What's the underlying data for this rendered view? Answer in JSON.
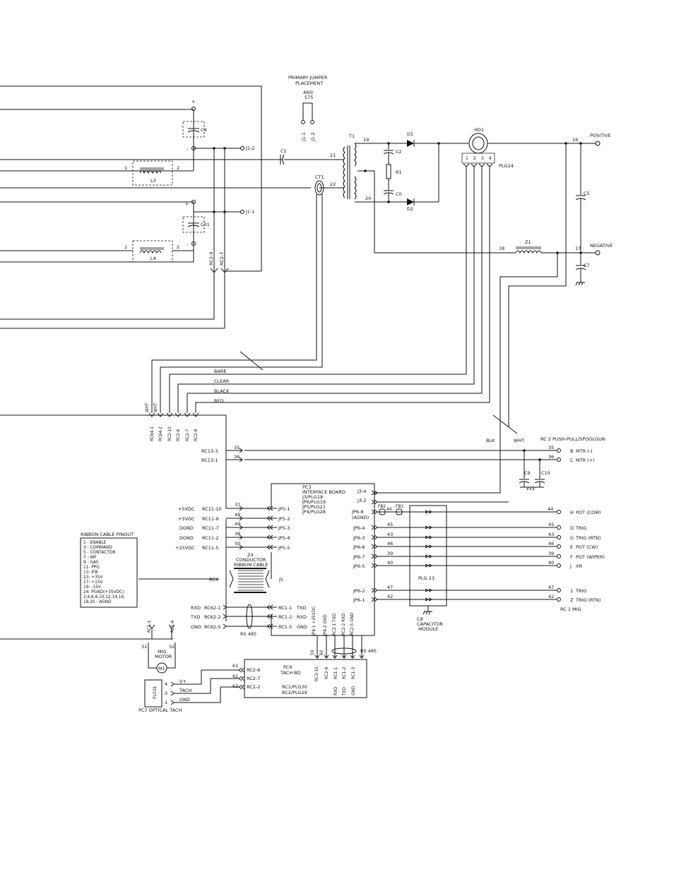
{
  "primary_jumper": {
    "title_line1": "PRIMARY JUMPER",
    "title_line2": "PLACEMENT",
    "voltage_line1": "460/",
    "voltage_line2": "575",
    "pin1": "J1-1",
    "pin2": "J1-2"
  },
  "transformer": {
    "label": "T1",
    "pin_19": "19",
    "pin_21": "21",
    "pin_22": "22",
    "pin_20": "20"
  },
  "components": {
    "c1": "C1",
    "c2": "C2",
    "r1": "R1",
    "c0": "C0",
    "d1": "D1",
    "d2": "D2",
    "ct1": "CT1",
    "hd1": "HD1",
    "plg24": "PLG24",
    "z1": "Z1",
    "c5": "C5",
    "c7": "C7",
    "c4": "C4",
    "c31": "C31",
    "l3": "L3",
    "l4": "L4",
    "c9": "C9",
    "c10": "C10"
  },
  "hd1_pins": [
    "1",
    "2",
    "3",
    "4"
  ],
  "wire_nums": {
    "w18": "18",
    "w17": "17",
    "w16": "16",
    "j1_2": "J1-2",
    "j1_1": "J1-1",
    "plus": "+",
    "minus": "-",
    "one": "1",
    "two": "2"
  },
  "outputs": {
    "positive": "POSITIVE",
    "negative": "NEGATIVE"
  },
  "rc2_pins": [
    "RC2-9",
    "RC2-7"
  ],
  "wire_colors": {
    "bare": "BARE",
    "clear": "CLEAR",
    "black": "BLACK",
    "red": "RED",
    "wht1": "WHT",
    "wht2": "WHT",
    "blk": "BLK",
    "wht3": "WHT"
  },
  "bottom_conn": [
    "RC64-1",
    "RC64-2",
    "RC2-10",
    "RC2-6",
    "RC2-7",
    "RC2-8"
  ],
  "pushpull": {
    "title": "RC 2 PUSH-PULL/SPOOLGUN",
    "rows": [
      {
        "conn": "RC13-3",
        "wire": "35",
        "pin": "B",
        "label": "MTR (-)"
      },
      {
        "conn": "RC13-1",
        "wire": "36",
        "pin": "C",
        "label": "MTR (+)"
      }
    ]
  },
  "pc3": {
    "line1": "PC3",
    "line2": "INTERFACE BOARD",
    "line3": "J3/PLG18",
    "line4": "JP6/PLG19",
    "line5": "JP5/PLG21",
    "line6": "JP4/PLG28",
    "j3_4": "J3-4",
    "j3_2": "J3-2"
  },
  "rc11_rows": [
    {
      "voltage": "+5VDC",
      "conn": "RC11-10",
      "wire": "37",
      "jp": "JP5-1"
    },
    {
      "voltage": "+5VDC",
      "conn": "RC11-9",
      "wire": "48",
      "jp": "JP5-2"
    },
    {
      "voltage": "DGND",
      "conn": "RC11-7",
      "wire": "49",
      "jp": "JP5-3"
    },
    {
      "voltage": "DGND",
      "conn": "RC11-2",
      "wire": "38",
      "jp": "JP5-4"
    },
    {
      "voltage": "+25VDC",
      "conn": "RC11-5",
      "wire": "50",
      "jp": "JP5-5"
    }
  ],
  "jp6_rows": [
    {
      "jp": "JP6-4",
      "wire": "45",
      "pin": "D",
      "label": "TRIG"
    },
    {
      "jp": "JP6-3",
      "wire": "43",
      "pin": "G",
      "label": "TRIG (RTN)"
    },
    {
      "jp": "JP6-6",
      "wire": "46",
      "pin": "E",
      "label": "POT (CW)"
    },
    {
      "jp": "JP6-7",
      "wire": "39",
      "pin": "F",
      "label": "POT (WIPER)"
    },
    {
      "jp": "JP6-5",
      "wire": "40",
      "pin": "J",
      "label": "XR"
    }
  ],
  "jp6_8": {
    "jp": "JP6-8",
    "agnd": "(AGND)",
    "fb2": "FB2",
    "fb1": "FB1",
    "wire_a": "44",
    "wire_b": "44",
    "pin": "H",
    "label": "POT (COM)"
  },
  "jp6_bottom": [
    {
      "jp": "JP6-2",
      "wire": "47",
      "pin": "1",
      "label": "TRIG"
    },
    {
      "jp": "JP6-1",
      "wire": "42",
      "pin": "Z",
      "label": "TRIG (RTN)"
    }
  ],
  "rc1_mig": "RC 1 MIG",
  "plg23": "PLG 23",
  "c8": {
    "line1": "C8",
    "line2": "CAPACITOR",
    "line3": "MODULE"
  },
  "ribbon": {
    "title": "RIBBON CABLE PINOUT",
    "lines": [
      "1  -  ENABLE",
      "3  -  COMMAND",
      "5  -  CONTACTOR",
      "7  -  WF",
      "9  -  GAS",
      "11-  PPG",
      "13-  IFB",
      "23-  +35V",
      "17-  +15V",
      "19-  -15V",
      "24-  PGND(+35VDC)",
      "2,4,6,8,10,12,14,16,",
      "18,20  -  AGND"
    ]
  },
  "z4": {
    "line1": "Z4",
    "line2": "CONDUCTOR",
    "line3": "RIBBON CABLE",
    "rc4": "RC4",
    "j5": "J5"
  },
  "serial": {
    "left": [
      {
        "sig": "RXD",
        "conn": "RC62-1"
      },
      {
        "sig": "TXD",
        "conn": "RC62-2"
      },
      {
        "sig": "GND",
        "conn": "RC62-5"
      }
    ],
    "right": [
      {
        "conn": "RC1-1",
        "sig": "TXD"
      },
      {
        "conn": "RC1-2",
        "sig": "RXD"
      },
      {
        "conn": "RC1-5",
        "sig": "GND"
      }
    ],
    "rs485_a": "RS 485",
    "rs485_b": "RS 485"
  },
  "vertical_labels": [
    "JP4-1 +25VDC",
    "JP4-2 GND",
    "RC2-1 TXD",
    "RC2-2 RXD",
    "RC2-5 GND"
  ],
  "vertical_wires": [
    "59",
    "60"
  ],
  "pc6": {
    "line1": "PC6",
    "line2": "TACH BD",
    "line3": "RC1/PLG30",
    "line4": "RC2/PLG29",
    "pins": [
      "RC3-10",
      "RC2-4",
      "RC1-1",
      "RC1-2",
      "RC1-3"
    ],
    "sigs": [
      "RXD",
      "TXD",
      "GND"
    ]
  },
  "tach_rows": [
    {
      "wire": "61",
      "conn": "RC2-6",
      "sig": "V+",
      "pin": "4"
    },
    {
      "wire": "62",
      "conn": "RC2-7",
      "sig": "TACH",
      "pin": "3"
    },
    {
      "wire": "63",
      "conn": "RC2-2",
      "sig": "GND",
      "pin": "1"
    }
  ],
  "motor": {
    "rc1_1": "RC1-1",
    "rc1_4": "RC1-4",
    "w31": "31",
    "w32": "32",
    "label1": "MIG",
    "label2": "MOTOR",
    "m1": "M1"
  },
  "optical": {
    "plg": "PLG31",
    "label": "PC7 OPTICAL TACH"
  }
}
